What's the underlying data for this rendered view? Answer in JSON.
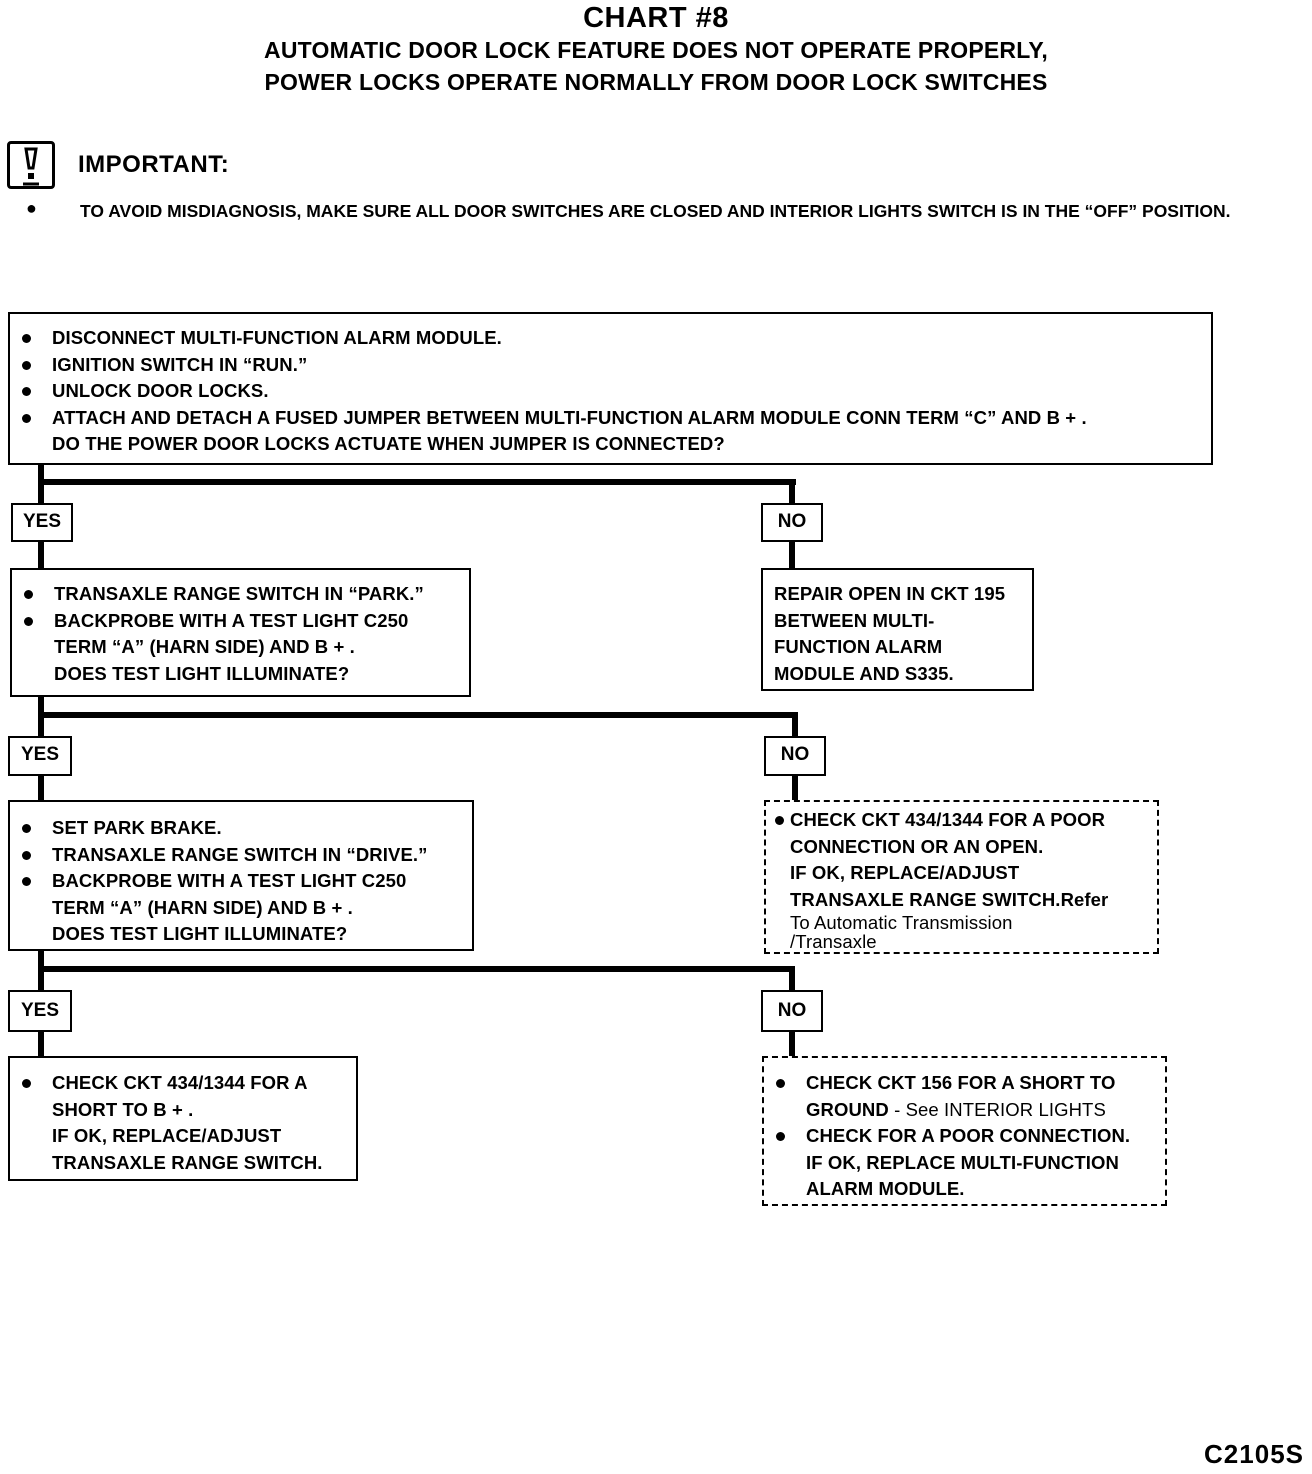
{
  "header": {
    "title": "CHART #8",
    "subtitle_line1": "AUTOMATIC DOOR LOCK FEATURE DOES NOT OPERATE PROPERLY,",
    "subtitle_line2": "POWER LOCKS OPERATE NORMALLY FROM DOOR LOCK SWITCHES"
  },
  "important": {
    "icon": "exclamation-icon",
    "label": "IMPORTANT:",
    "note": "TO AVOID MISDIAGNOSIS, MAKE SURE ALL DOOR SWITCHES ARE CLOSED AND INTERIOR LIGHTS SWITCH IS IN THE “OFF” POSITION."
  },
  "step1": {
    "items": [
      "DISCONNECT MULTI-FUNCTION ALARM MODULE.",
      "IGNITION SWITCH IN “RUN.”",
      "UNLOCK DOOR LOCKS.",
      "ATTACH AND DETACH A FUSED JUMPER BETWEEN MULTI-FUNCTION ALARM MODULE CONN TERM “C” AND B + ."
    ],
    "question": "DO THE POWER DOOR LOCKS ACTUATE WHEN JUMPER IS CONNECTED?"
  },
  "branch_labels": {
    "yes": "YES",
    "no": "NO"
  },
  "step2": {
    "items": [
      "TRANSAXLE RANGE SWITCH IN “PARK.”",
      "BACKPROBE WITH A TEST LIGHT C250",
      "TERM “A” (HARN SIDE) AND B + .",
      "DOES TEST LIGHT ILLUMINATE?"
    ]
  },
  "result1_no": {
    "lines": [
      "REPAIR OPEN IN CKT 195",
      "BETWEEN MULTI-",
      "FUNCTION ALARM",
      "MODULE AND S335."
    ]
  },
  "step3": {
    "items": [
      "SET PARK BRAKE.",
      "TRANSAXLE RANGE SWITCH IN “DRIVE.”",
      "BACKPROBE WITH A TEST LIGHT C250",
      "TERM “A” (HARN SIDE) AND B + .",
      "DOES TEST LIGHT ILLUMINATE?"
    ]
  },
  "result2_no": {
    "lines": [
      "CHECK CKT 434/1344 FOR A POOR",
      "CONNECTION OR AN OPEN.",
      "IF OK, REPLACE/ADJUST",
      "TRANSAXLE RANGE SWITCH.",
      "Refer",
      "To Automatic Transmission",
      "/Transaxle"
    ]
  },
  "result3_yes": {
    "lines": [
      "CHECK CKT 434/1344 FOR A",
      "SHORT TO B + .",
      "IF OK, REPLACE/ADJUST",
      "TRANSAXLE RANGE SWITCH."
    ]
  },
  "result3_no": {
    "lines": [
      "CHECK CKT 156 FOR A SHORT TO",
      "GROUND",
      "- See INTERIOR LIGHTS",
      "CHECK FOR A POOR CONNECTION.",
      "IF OK, REPLACE MULTI-FUNCTION",
      "ALARM MODULE."
    ]
  },
  "figure_code": "C2105S"
}
